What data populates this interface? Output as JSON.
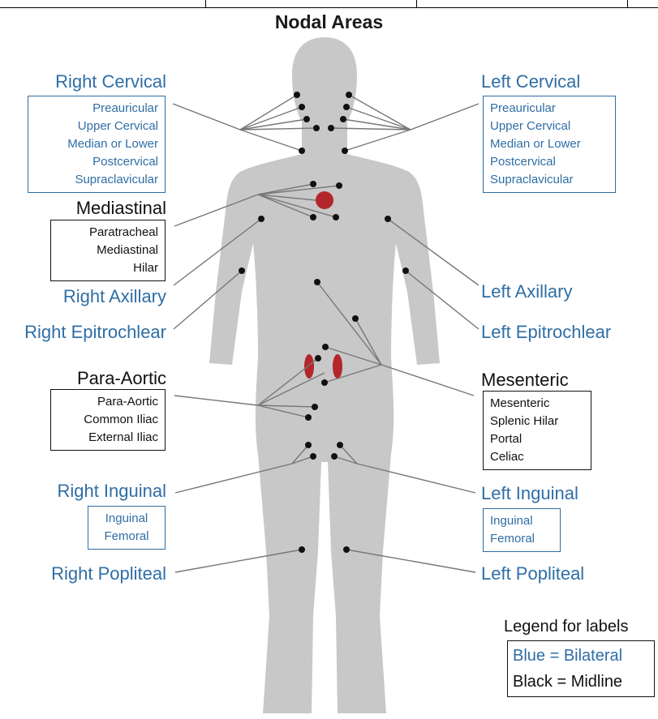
{
  "title": "Nodal Areas",
  "colors": {
    "bilateral": "#2f6ea5",
    "midline": "#111111",
    "body": "#c8c8c8",
    "node": "#111111",
    "organ": "#b3262b"
  },
  "right_cervical": {
    "label": "Right Cervical",
    "items": [
      "Preauricular",
      "Upper Cervical",
      "Median or Lower",
      "Postcervical",
      "Supraclavicular"
    ]
  },
  "left_cervical": {
    "label": "Left Cervical",
    "items": [
      "Preauricular",
      "Upper Cervical",
      "Median or Lower",
      "Postcervical",
      "Supraclavicular"
    ]
  },
  "mediastinal": {
    "label": "Mediastinal",
    "items": [
      "Paratracheal",
      "Mediastinal",
      "Hilar"
    ]
  },
  "right_axillary": "Right Axillary",
  "left_axillary": "Left Axillary",
  "right_epitrochlear": "Right Epitrochlear",
  "left_epitrochlear": "Left Epitrochlear",
  "para_aortic": {
    "label": "Para-Aortic",
    "items": [
      "Para-Aortic",
      "Common Iliac",
      "External Iliac"
    ]
  },
  "mesenteric": {
    "label": "Mesenteric",
    "items": [
      "Mesenteric",
      "Splenic Hilar",
      "Portal",
      "Celiac"
    ]
  },
  "right_inguinal": {
    "label": "Right Inguinal",
    "items": [
      "Inguinal",
      "Femoral"
    ]
  },
  "left_inguinal": {
    "label": "Left Inguinal",
    "items": [
      "Inguinal",
      "Femoral"
    ]
  },
  "right_popliteal": "Right Popliteal",
  "left_popliteal": "Left Popliteal",
  "legend": {
    "title": "Legend for labels",
    "bilateral": "Blue = Bilateral",
    "midline": "Black = Midline"
  }
}
